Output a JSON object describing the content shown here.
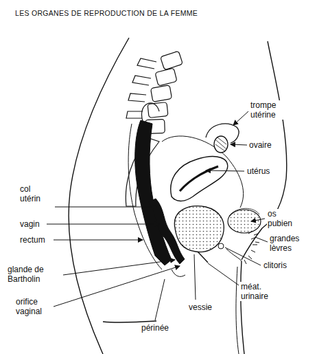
{
  "diagram": {
    "title": "LES ORGANES DE REPRODUCTION DE LA FEMME",
    "labels": [
      "trompe utérine",
      "ovaire",
      "utérus",
      "col utérin",
      "vagin",
      "rectum",
      "glande de Bartholin",
      "orifice vaginal",
      "périnée",
      "vessie",
      "méat. urinaire",
      "os pubien",
      "grandes lèvres",
      "clitoris"
    ]
  }
}
